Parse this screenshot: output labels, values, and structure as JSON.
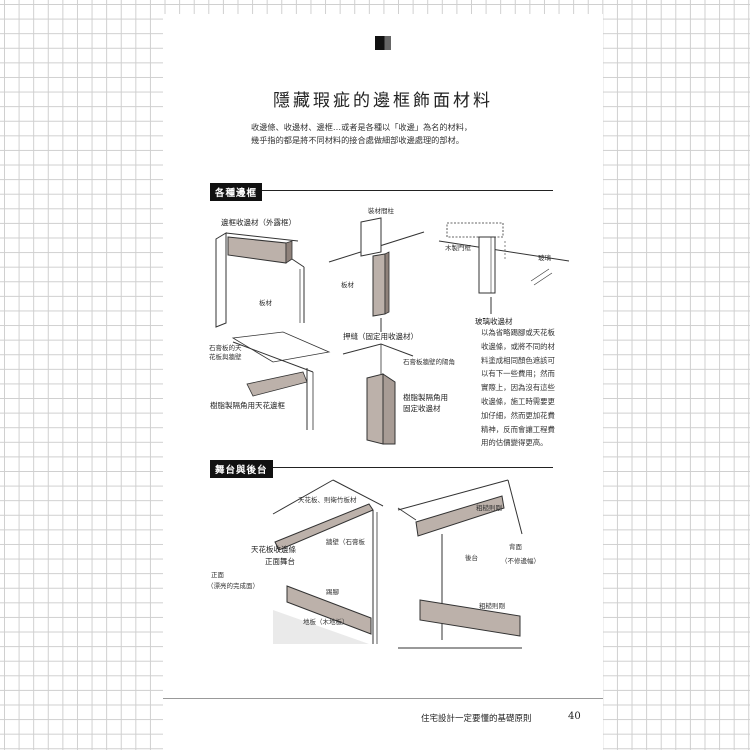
{
  "title": "隱藏瑕疵的邊框飾面材料",
  "intro": [
    "收邊條、收邊材、邊框…或者是各種以「收邊」為名的材料，",
    "幾乎指的都是將不同材料的接合處做細部收邊處理的部材。"
  ],
  "section1": {
    "label": "各種邊框",
    "labels": {
      "frame_trim": "邊框收邊材（外露框）",
      "board1": "板材",
      "post": "裝材間柱",
      "board2": "板材",
      "door_frame": "木製門框",
      "glass": "玻璃",
      "joint_trim": "押縫（固定用收邊材）",
      "glass_trim": "玻璃收邊材",
      "ceiling_gypsum": "石膏板的天\n花板與牆壁",
      "resin_ceiling": "樹脂製隔角用天花邊框",
      "gypsum_corner": "石膏板牆壁的陽角",
      "resin_corner": "樹脂製隔角用\n固定收邊材"
    },
    "note": [
      "以為省略踢腳或天花板",
      "收邊條，或將不同的材",
      "料塗成相同顏色遮該可",
      "以有下一些費用；然而",
      "實際上，因為沒有這些",
      "收邊條，施工時需要更",
      "加仔細，然而更加花費",
      "精神，反而會讓工程費",
      "用的估價變得更高。"
    ]
  },
  "section2": {
    "label": "舞台與後台",
    "labels": {
      "ceiling_ring": "天花板、則衛竹板材",
      "wall_gypsum": "牆壁（石膏板",
      "ceiling_trim": "天花板收邊條",
      "front_stage": "正面舞台",
      "front": "正面",
      "front_sub": "（漂亮的完成面）",
      "baseboard": "踢腳",
      "floor": "地板（木地板）",
      "rough1": "粗糙則剛",
      "backstage": "後台",
      "back": "背面",
      "back_sub": "（不修邊幅）",
      "rough2": "粗糙則剛"
    }
  },
  "footer": {
    "text": "住宅設計一定要懂的基礎原則",
    "page": "40"
  }
}
